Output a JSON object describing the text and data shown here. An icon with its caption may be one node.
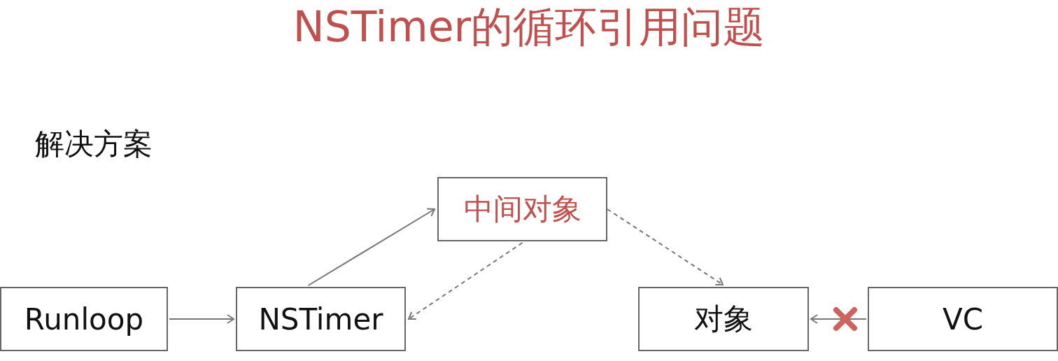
{
  "diagram": {
    "title": "NSTimer的循环引用问题",
    "nodes": [
      {
        "text": [
          "Runloop"
        ]
      },
      {
        "text": [
          "NSTimer"
        ]
      },
      {
        "text": [
          "中间对象"
        ]
      },
      {
        "text": [
          "对象"
        ]
      },
      {
        "text": [
          "VC"
        ]
      }
    ],
    "edges": [
      {
        "from": 0,
        "to": 1,
        "arrow": "to"
      },
      {
        "from": 1,
        "to": 2,
        "arrow": "to"
      },
      {
        "from": 2,
        "to": 1,
        "arrow": "to",
        "style": "dashed"
      },
      {
        "from": 2,
        "to": 3,
        "arrow": "to",
        "style": "dashed"
      },
      {
        "from": 4,
        "to": 3,
        "arrow": "to"
      }
    ],
    "labels": [
      "解决方案"
    ]
  }
}
